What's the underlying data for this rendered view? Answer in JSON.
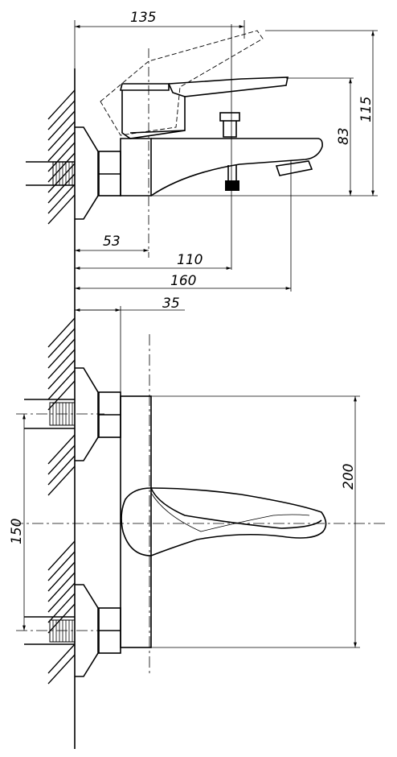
{
  "dimensions": {
    "top_width": "135",
    "spout_height": "115",
    "body_height": "83",
    "wall_to_lever": "53",
    "wall_to_diverter": "110",
    "wall_to_spout_tip": "160",
    "wall_to_body": "35",
    "body_height_front": "200",
    "inlet_spacing": "150"
  },
  "colors": {
    "line": "#000000",
    "background": "#ffffff"
  }
}
